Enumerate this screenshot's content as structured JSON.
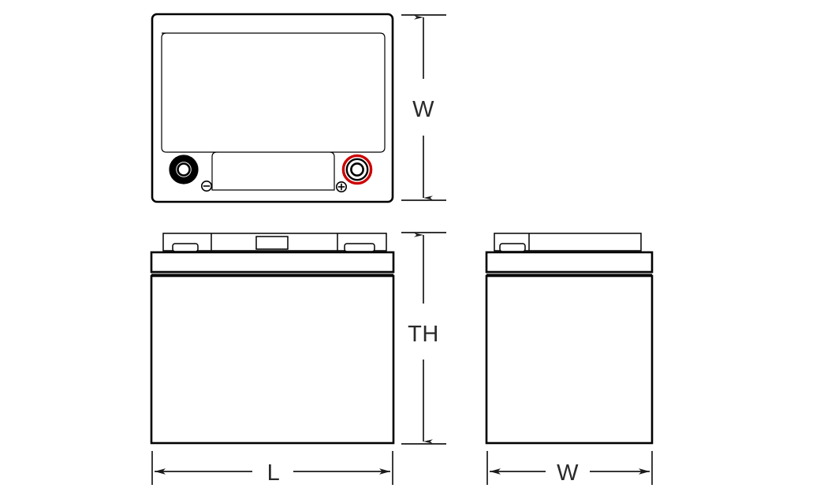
{
  "drawing": {
    "title": "Battery dimension drawing",
    "background_color": "#ffffff",
    "line_color": "#000000",
    "text_color": "#2a2a2a",
    "positive_terminal_color": "#cc0000",
    "negative_terminal_color": "#000000"
  },
  "dimensions": {
    "width_top_label": "W",
    "total_height_label": "TH",
    "length_label": "L",
    "width_side_label": "W"
  },
  "views": {
    "top": {
      "name": "top-view",
      "negative_terminal_symbol": "minus",
      "positive_terminal_symbol": "plus"
    },
    "front": {
      "name": "front-view"
    },
    "side": {
      "name": "side-view"
    }
  },
  "labels": {
    "dimension_w_top": "W",
    "dimension_th": "TH",
    "dimension_l": "L",
    "dimension_w_side": "W"
  }
}
